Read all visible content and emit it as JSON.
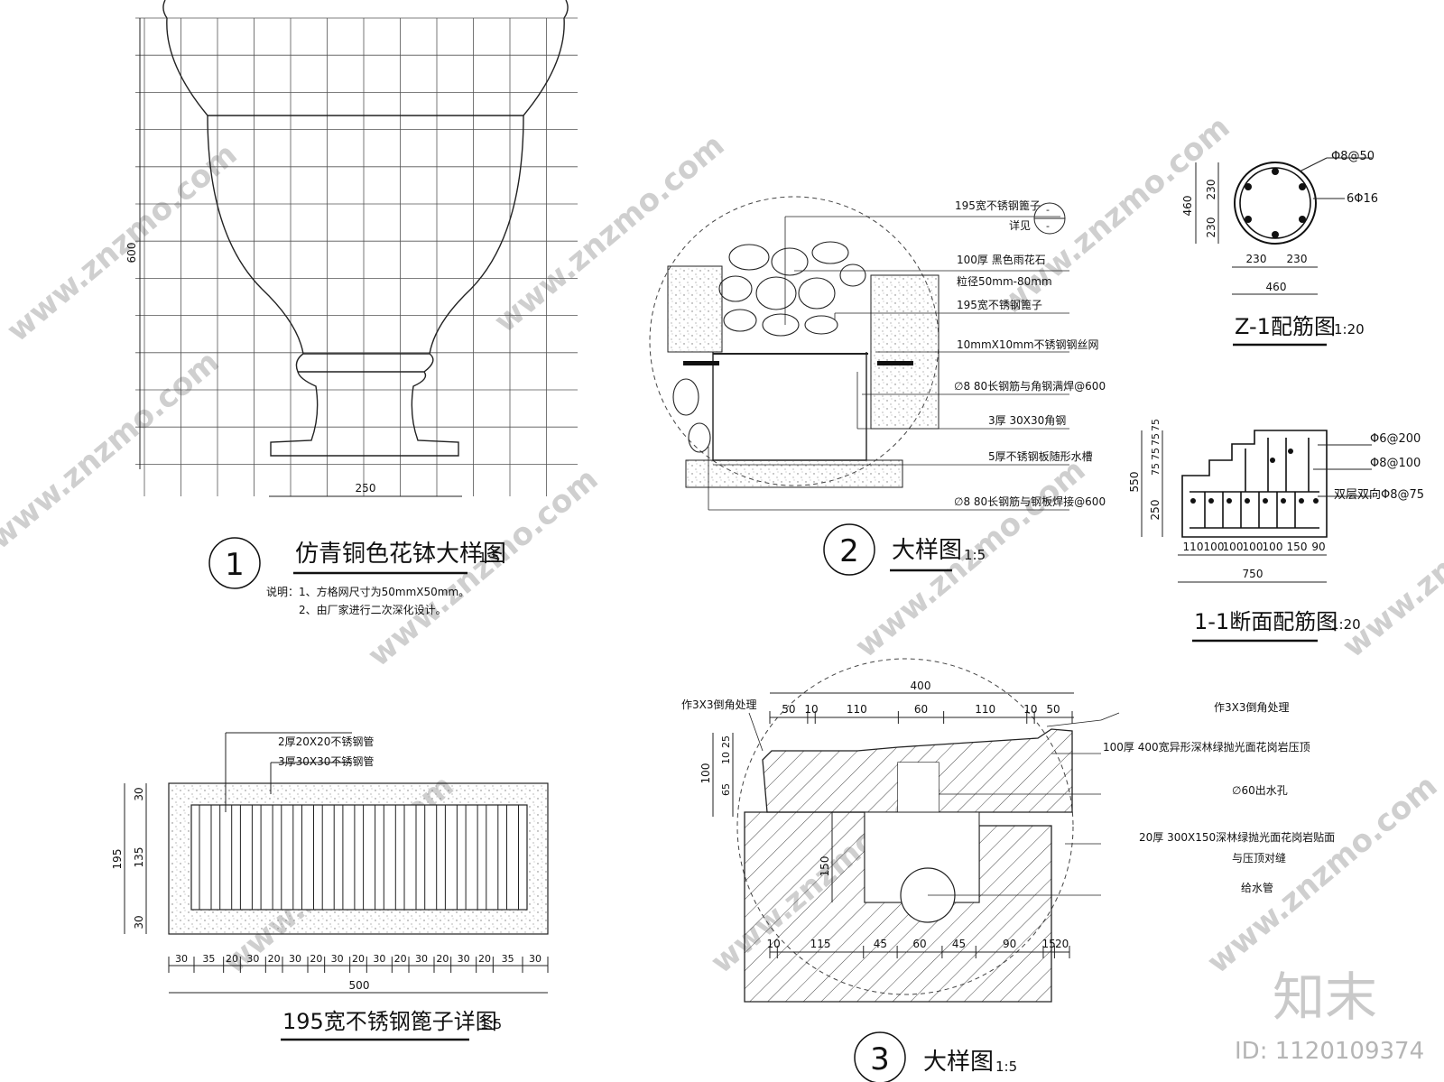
{
  "detail1": {
    "num": "1",
    "title": "仿青铜色花钵大样图",
    "scale": "1:5",
    "dim_h": "600",
    "dim_w": "250",
    "notes": [
      "说明：1、方格网尺寸为50mmX50mm。",
      "2、由厂家进行二次深化设计。"
    ]
  },
  "detail2": {
    "num": "2",
    "title": "大样图",
    "scale": "1:5",
    "ref_label": "195宽不锈钢篦子",
    "ref_see": "详见",
    "ref_dash1": "-",
    "ref_dash2": "-",
    "labels": [
      "100厚 黑色雨花石",
      "粒径50mm-80mm",
      "195宽不锈钢篦子",
      "10mmX10mm不锈钢钢丝网",
      "∅8 80长钢筋与角钢满焊@600",
      "3厚 30X30角钢",
      "5厚不锈钢板随形水槽",
      "∅8 80长钢筋与钢板焊接@600"
    ]
  },
  "z1": {
    "title": "Z-1配筋图",
    "scale": "1:20",
    "rebar_ring": "Φ8@50",
    "rebar_main": "6Φ16",
    "dim_v": [
      "230",
      "230"
    ],
    "dim_v_total": "460",
    "dim_h": [
      "230",
      "230"
    ],
    "dim_h_total": "460"
  },
  "s11": {
    "title": "1-1断面配筋图",
    "scale": "1:20",
    "labels": [
      "Φ6@200",
      "Φ8@100",
      "双层双向Φ8@75"
    ],
    "dim_left": [
      "550",
      "250"
    ],
    "dim_steps": [
      "75",
      "75",
      "75",
      "75"
    ],
    "dim_bottom": [
      "110",
      "100",
      "100",
      "100",
      "100",
      "150",
      "90"
    ],
    "dim_total": "750"
  },
  "grate": {
    "title": "195宽不锈钢篦子详图",
    "scale": "1:5",
    "label1": "2厚20X20不锈钢管",
    "label2": "3厚30X30不锈钢管",
    "dim_left": [
      "30",
      "135",
      "30"
    ],
    "dim_left_total": "195",
    "dim_bottom": [
      "30",
      "35",
      "20",
      "30",
      "20",
      "30",
      "20",
      "30",
      "20",
      "30",
      "20",
      "30",
      "20",
      "30",
      "20",
      "35",
      "30"
    ],
    "dim_total": "500"
  },
  "detail3": {
    "num": "3",
    "title": "大样图",
    "scale": "1:5",
    "label_left": "作3X3倒角处理",
    "labels": [
      "作3X3倒角处理",
      "100厚 400宽异形深林绿抛光面花岗岩压顶",
      "∅60出水孔",
      "20厚 300X150深林绿抛光面花岗岩贴面",
      "与压顶对缝",
      "给水管"
    ],
    "dim_top_total": "400",
    "dim_top": [
      "50",
      "10",
      "110",
      "60",
      "110",
      "10",
      "50"
    ],
    "dim_left": [
      "25",
      "10",
      "65"
    ],
    "dim_left_total": "100",
    "dim_inner": "150",
    "dim_bottom": [
      "10",
      "115",
      "45",
      "60",
      "45",
      "90",
      "15",
      "20"
    ]
  },
  "watermark": "www.znzmo.com",
  "brand": "知末",
  "id_text": "ID: 1120109374"
}
